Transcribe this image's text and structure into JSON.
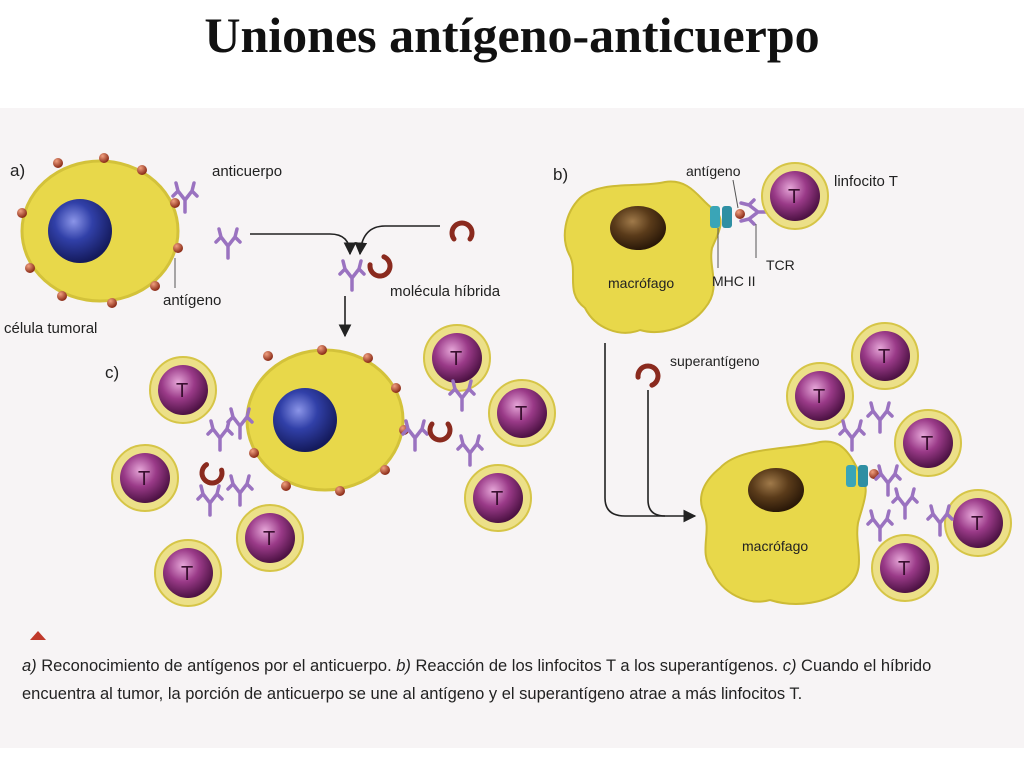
{
  "title": "Uniones antígeno-anticuerpo",
  "colors": {
    "cell_yellow": "#e8d84a",
    "nucleus_blue": "#2f3a9e",
    "t_cell_purple": "#8e2f7c",
    "antigen_red": "#b5452f",
    "antibody_violet": "#9a72c0",
    "superantigen": "#8a2a1e",
    "mhc_teal": "#3aa5b7",
    "macrophage_nucleus": "#5a3b1a"
  },
  "panels": {
    "a": {
      "label": "a)",
      "anticuerpo": "anticuerpo",
      "antigeno": "antígeno",
      "celula_tumoral": "célula tumoral",
      "molecula_hibrida": "molécula híbrida"
    },
    "b": {
      "label": "b)",
      "antigeno": "antígeno",
      "linfocito_t": "linfocito T",
      "tcr": "TCR",
      "mhc_ii": "MHC II",
      "macrofago": "macrófago",
      "superantigeno": "superantígeno",
      "macrofago_2": "macrófago"
    },
    "c": {
      "label": "c)"
    }
  },
  "t_cell_letter": "T",
  "caption": {
    "a_label": "a)",
    "a_text": " Reconocimiento de antígenos por el anticuerpo. ",
    "b_label": "b)",
    "b_text": " Reacción de los linfocitos T a los superantígenos. ",
    "c_label": "c)",
    "c_text": " Cuando el híbrido encuentra al tumor, la porción de anticuerpo se une al antígeno y el superantígeno atrae a más linfocitos T."
  }
}
